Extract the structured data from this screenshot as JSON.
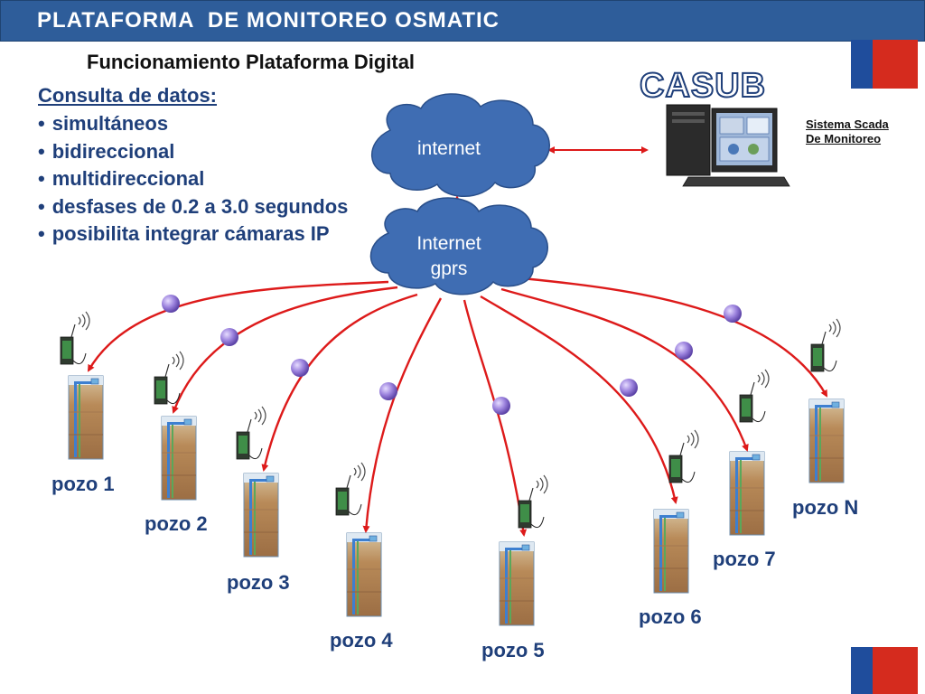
{
  "header": {
    "title": "PLATAFORMA  DE MONITOREO OSMATIC"
  },
  "subtitle": "Funcionamiento Plataforma Digital",
  "consulta": {
    "heading": "Consulta de datos:",
    "items": [
      "simultáneos",
      "bidireccional",
      "multidireccional",
      "desfases de 0.2 a 3.0 segundos",
      "posibilita integrar cámaras IP"
    ]
  },
  "cloud_internet": {
    "label": "internet"
  },
  "cloud_gprs": {
    "line1": "Internet",
    "line2": "gprs"
  },
  "casub": {
    "title": "CASUB"
  },
  "scada": {
    "line1": "Sistema Scada",
    "line2": "De Monitoreo"
  },
  "wells": [
    "pozo 1",
    "pozo 2",
    "pozo 3",
    "pozo 4",
    "pozo 5",
    "pozo 6",
    "pozo 7",
    "pozo N"
  ],
  "colors": {
    "header": "#2e5d9a",
    "text_blue": "#1f3f7a",
    "cloud": "#3f6db3",
    "link": "#dd1a1a",
    "node": "#8a6fd0",
    "flag_red": "#d52b1e",
    "flag_blue": "#1f4d9c"
  }
}
